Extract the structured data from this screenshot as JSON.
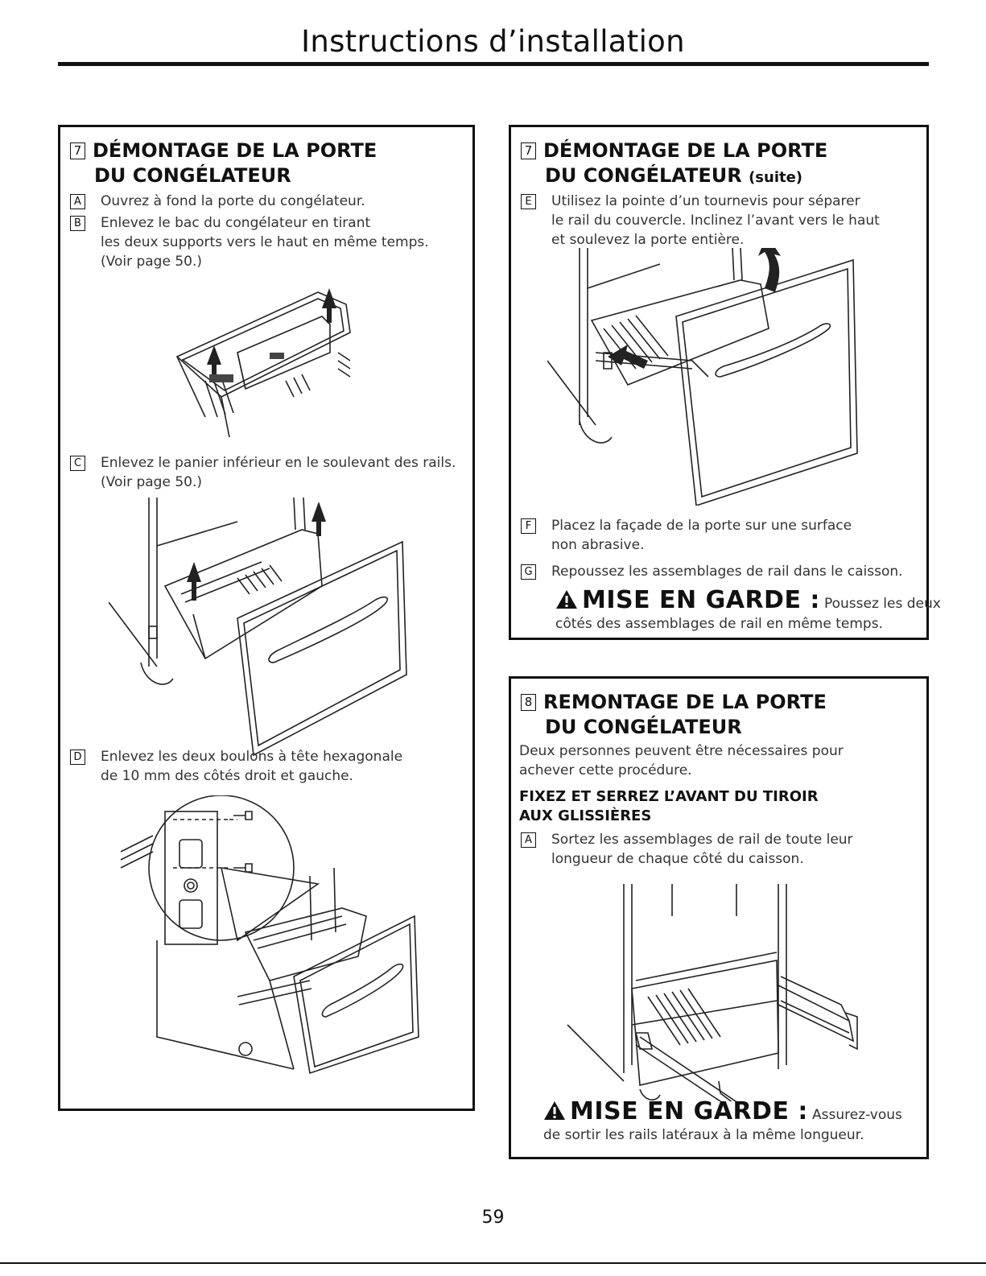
{
  "page": {
    "title": "Instructions d’installation",
    "page_number": "59"
  },
  "left_panel": {
    "number": "7",
    "heading_line1": "DÉMONTAGE DE LA PORTE",
    "heading_line2": "DU CONGÉLATEUR",
    "step_a": {
      "letter": "A",
      "lines": [
        "Ouvrez à fond la porte du congélateur."
      ]
    },
    "step_b": {
      "letter": "B",
      "lines": [
        "Enlevez le bac du congélateur en tirant",
        "les deux supports vers le haut en même temps.",
        "(Voir page 50.)"
      ]
    },
    "step_c": {
      "letter": "C",
      "lines": [
        "Enlevez le panier inférieur en le soulevant des rails.",
        "(Voir page 50.)"
      ]
    },
    "step_d": {
      "letter": "D",
      "lines": [
        "Enlevez les deux boulons à tête hexagonale",
        "de 10 mm des côtés droit et gauche."
      ]
    }
  },
  "right_top_panel": {
    "number": "7",
    "heading_line1": "DÉMONTAGE DE LA PORTE",
    "heading_line2": "DU CONGÉLATEUR",
    "heading_suffix": "(suite)",
    "step_e": {
      "letter": "E",
      "lines": [
        "Utilisez la pointe d’un tournevis pour séparer",
        "le rail du couvercle. Inclinez l’avant vers le haut",
        "et soulevez la porte entière."
      ]
    },
    "step_f": {
      "letter": "F",
      "lines": [
        "Placez la façade de la porte sur une surface",
        "non abrasive."
      ]
    },
    "step_g": {
      "letter": "G",
      "lines": [
        "Repoussez les assemblages de rail dans le caisson."
      ]
    },
    "warning": {
      "title": "MISE EN GARDE :",
      "text_inline": "Poussez les deux",
      "text_line2": "côtés des assemblages de rail en même temps."
    }
  },
  "right_bottom_panel": {
    "number": "8",
    "heading_line1": "REMONTAGE DE LA PORTE",
    "heading_line2": "DU CONGÉLATEUR",
    "intro_lines": [
      "Deux personnes peuvent être nécessaires pour",
      "achever cette procédure."
    ],
    "subheading_lines": [
      "FIXEZ ET SERREZ L’AVANT DU TIROIR",
      "AUX GLISSIÈRES"
    ],
    "step_a": {
      "letter": "A",
      "lines": [
        "Sortez les assemblages de rail de toute leur",
        "longueur de chaque côté du caisson."
      ]
    },
    "warning": {
      "title": "MISE EN GARDE :",
      "text_inline": "Assurez-vous",
      "text_line2": "de sortir les rails latéraux à la même longueur."
    }
  }
}
